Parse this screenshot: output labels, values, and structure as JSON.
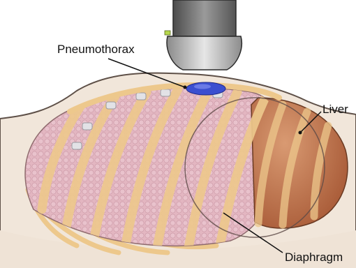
{
  "labels": {
    "pneumothorax": "Pneumothorax",
    "liver": "Liver",
    "diaphragm": "Diaphragm"
  },
  "colors": {
    "skin": "#f1e6da",
    "lung": "#e3b6c1",
    "rib": "#edc88c",
    "liver": "#b8643e",
    "pneumothorax": "#3b4fd0",
    "probe": "#6f6f6f"
  }
}
